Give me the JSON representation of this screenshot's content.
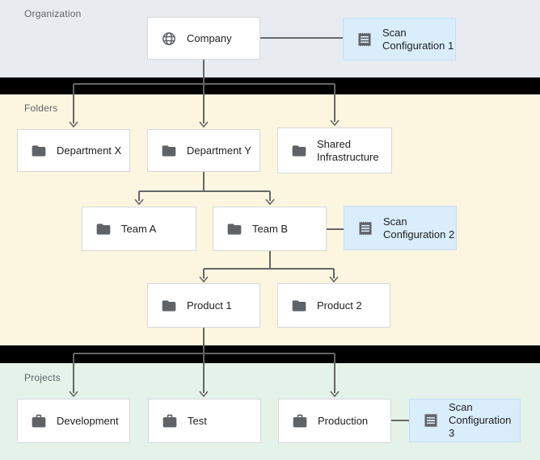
{
  "sections": {
    "organization": {
      "label": "Organization"
    },
    "folders": {
      "label": "Folders"
    },
    "projects": {
      "label": "Projects"
    }
  },
  "nodes": {
    "company": {
      "label": "Company",
      "icon": "globe-icon",
      "type": "organization"
    },
    "scan_config_1": {
      "label": "Scan Configuration 1",
      "icon": "receipt-icon",
      "type": "scan-config"
    },
    "department_x": {
      "label": "Department X",
      "icon": "folder-icon",
      "type": "folder"
    },
    "department_y": {
      "label": "Department Y",
      "icon": "folder-icon",
      "type": "folder"
    },
    "shared_infrastructure": {
      "label": "Shared Infrastructure",
      "icon": "folder-icon",
      "type": "folder"
    },
    "team_a": {
      "label": "Team A",
      "icon": "folder-icon",
      "type": "folder"
    },
    "team_b": {
      "label": "Team B",
      "icon": "folder-icon",
      "type": "folder"
    },
    "scan_config_2": {
      "label": "Scan Configuration 2",
      "icon": "receipt-icon",
      "type": "scan-config"
    },
    "product_1": {
      "label": "Product 1",
      "icon": "folder-icon",
      "type": "folder"
    },
    "product_2": {
      "label": "Product 2",
      "icon": "folder-icon",
      "type": "folder"
    },
    "development": {
      "label": "Development",
      "icon": "briefcase-icon",
      "type": "project"
    },
    "test": {
      "label": "Test",
      "icon": "briefcase-icon",
      "type": "project"
    },
    "production": {
      "label": "Production",
      "icon": "briefcase-icon",
      "type": "project"
    },
    "scan_config_3": {
      "label": "Scan Configuration 3",
      "icon": "receipt-icon",
      "type": "scan-config"
    }
  },
  "hierarchy": [
    {
      "parent": "company",
      "children": [
        "department_x",
        "department_y",
        "shared_infrastructure"
      ]
    },
    {
      "parent": "department_y",
      "children": [
        "team_a",
        "team_b"
      ]
    },
    {
      "parent": "team_b",
      "children": [
        "product_1",
        "product_2"
      ]
    },
    {
      "parent": "product_1",
      "children": [
        "development",
        "test",
        "production"
      ]
    }
  ],
  "scan_attachments": [
    {
      "node": "company",
      "scan": "scan_config_1"
    },
    {
      "node": "team_b",
      "scan": "scan_config_2"
    },
    {
      "node": "production",
      "scan": "scan_config_3"
    }
  ],
  "colors": {
    "organization_bg": "#e8ecf0",
    "folders_bg": "#fcf5e0",
    "projects_bg": "#e4f2ea",
    "divider": "#000000",
    "node_bg": "#ffffff",
    "node_border": "#d5d8da",
    "scan_config_bg": "#d9edfb",
    "scan_config_border": "#c3ddf2",
    "icon": "#5f6368",
    "connector": "#666666",
    "label_text": "#5f6368",
    "node_text": "#202124"
  }
}
